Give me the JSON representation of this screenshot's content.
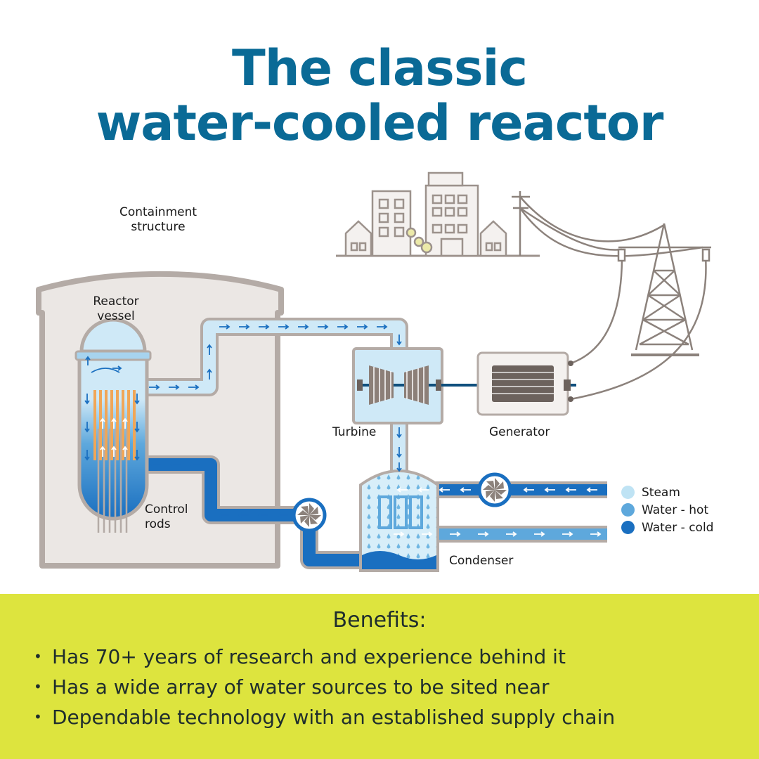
{
  "title": {
    "line1": "The classic",
    "line2": "water-cooled reactor"
  },
  "labels": {
    "containment_line1": "Containment",
    "containment_line2": "structure",
    "reactor_vessel_line1": "Reactor",
    "reactor_vessel_line2": "vessel",
    "control_rods_line1": "Control",
    "control_rods_line2": "rods",
    "turbine": "Turbine",
    "generator": "Generator",
    "condenser": "Condenser"
  },
  "legend": [
    {
      "label": "Steam",
      "color": "#bfe3f4"
    },
    {
      "label": "Water - hot",
      "color": "#5ea8dc"
    },
    {
      "label": "Water - cold",
      "color": "#1a6fc0"
    }
  ],
  "benefits": {
    "title": "Benefits:",
    "items": [
      "Has 70+ years of research and experience behind it",
      "Has a wide array of water sources to be sited near",
      "Dependable technology with an established supply chain"
    ]
  },
  "colors": {
    "title": "#0a6a96",
    "benefits_background": "#dde43e",
    "steam": "#bfe3f4",
    "water_hot": "#5ea8dc",
    "water_cold": "#1a6fc0",
    "outline": "#b4aba6",
    "fuel_rods": "#f0a657"
  }
}
